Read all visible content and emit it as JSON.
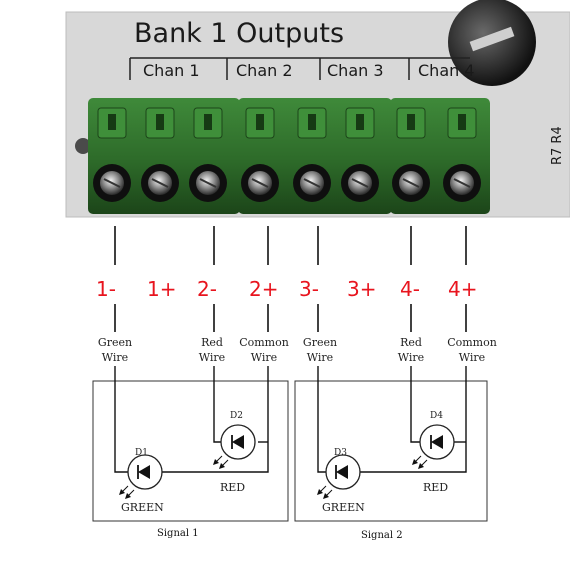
{
  "panel": {
    "title": "Bank 1 Outputs",
    "channels": [
      "Chan 1",
      "Chan 2",
      "Chan 3",
      "Chan 4"
    ],
    "side_label": "R7 R4"
  },
  "pins": [
    "1-",
    "1+",
    "2-",
    "2+",
    "3-",
    "3+",
    "4-",
    "4+"
  ],
  "wires": [
    {
      "line1": "Green",
      "line2": "Wire"
    },
    {
      "line1": "Red",
      "line2": "Wire"
    },
    {
      "line1": "Common",
      "line2": "Wire"
    },
    {
      "line1": "Green",
      "line2": "Wire"
    },
    {
      "line1": "Red",
      "line2": "Wire"
    },
    {
      "line1": "Common",
      "line2": "Wire"
    }
  ],
  "signals": [
    {
      "caption": "Signal 1",
      "d_low": "D1",
      "d_high": "D2",
      "green": "GREEN",
      "red": "RED"
    },
    {
      "caption": "Signal 2",
      "d_low": "D3",
      "d_high": "D4",
      "green": "GREEN",
      "red": "RED"
    }
  ],
  "colors": {
    "pin_label": "#e8141e",
    "terminal_green": "#2f6b2c",
    "panel": "#d9d9d9"
  }
}
